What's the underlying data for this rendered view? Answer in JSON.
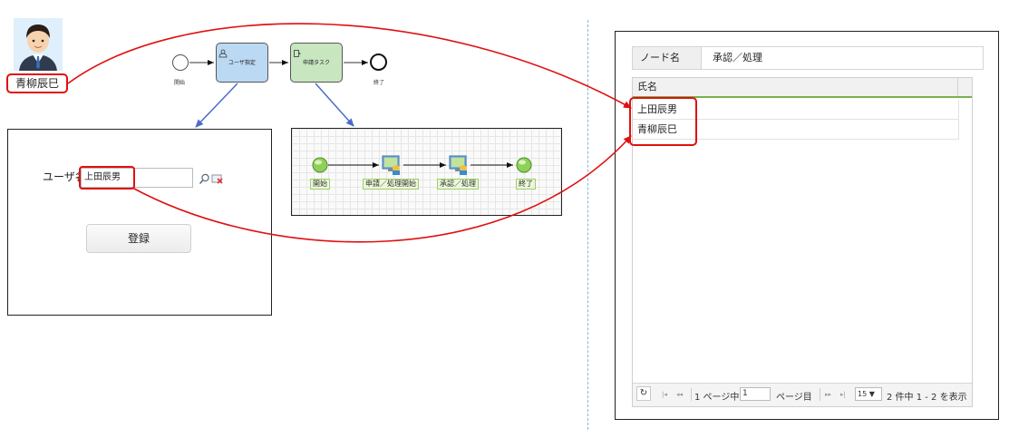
{
  "actor": {
    "name": "青柳辰巳",
    "icon": "user-avatar-icon"
  },
  "bpmn": {
    "start_caption": "開始",
    "end_caption": "終了",
    "task_user": "ユーザ指定",
    "task_apply": "申請タスク"
  },
  "form": {
    "user_label": "ユーザ名",
    "user_value": "上田辰男",
    "register_button": "登録"
  },
  "workflow": {
    "nodes": [
      "開始",
      "申請／処理開始",
      "承認／処理",
      "終了"
    ]
  },
  "list": {
    "node_label": "ノード名",
    "node_value": "承認／処理",
    "column": "氏名",
    "rows": [
      "上田辰男",
      "青柳辰巳"
    ],
    "pager": {
      "refresh": "↻",
      "first": "|◂",
      "prev": "◂◂",
      "page_prefix": "1 ページ中",
      "page_value": "1",
      "page_suffix": "ページ目",
      "next": "▸▸",
      "last": "▸|",
      "per_page": "15 ▼",
      "summary": "2 件中 1 - 2 を表示"
    }
  },
  "colors": {
    "highlight": "#e01010",
    "arrow_blue": "#4a6cc8",
    "task_blue": "#bcd9f3",
    "task_green": "#c8e6c0"
  }
}
